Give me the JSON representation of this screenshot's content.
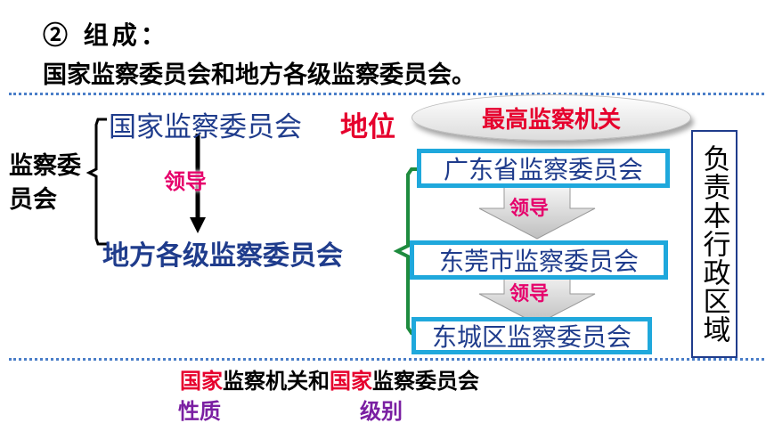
{
  "heading": "② 组成：",
  "subtitle": "国家监察委员会和地方各级监察委员会。",
  "left_label": "监察委员会",
  "national_commission": "国家监察委员会",
  "position_label": "地位",
  "supreme_label": "最高监察机关",
  "leads_label": "领导",
  "local_commission": "地方各级监察委员会",
  "hierarchy": [
    {
      "name": "广东省监察委员会"
    },
    {
      "name": "东莞市监察委员会"
    },
    {
      "name": "东城区监察委员会"
    }
  ],
  "responsibility": "负责本行政区域",
  "bottom": {
    "guojia": "国家",
    "organ": "监察机关和",
    "commission": "监察委员会",
    "nature": "性质",
    "level": "级别"
  },
  "colors": {
    "accent_red": "#e6002d",
    "accent_pink": "#e6006b",
    "navy": "#1f3c8c",
    "box_border": "#1fa8dc",
    "bracket_green": "#1e8b3e",
    "rule_blue": "#4a7ec8"
  }
}
